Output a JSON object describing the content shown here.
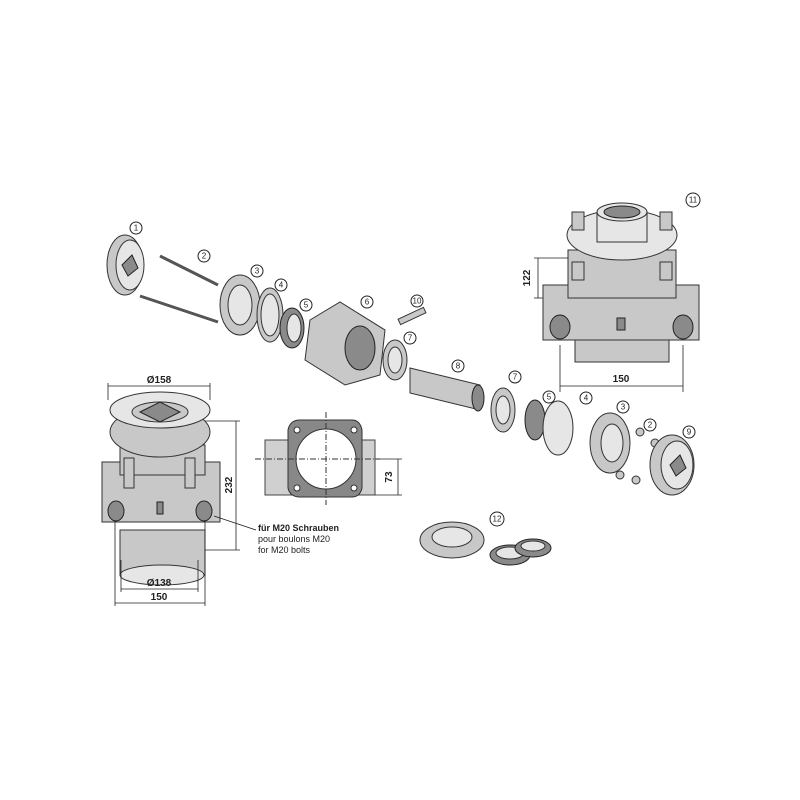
{
  "callouts": [
    "1",
    "2",
    "3",
    "4",
    "5",
    "6",
    "10",
    "7",
    "8",
    "7",
    "5",
    "4",
    "3",
    "2",
    "9",
    "11",
    "12"
  ],
  "dimensions": {
    "top_right_height": "122",
    "top_right_width": "150",
    "left_diameter_top": "Ø158",
    "left_height": "232",
    "left_diameter_bottom": "Ø138",
    "left_width": "150",
    "flange_height": "73"
  },
  "note": {
    "de": "für M20 Schrauben",
    "fr": "pour boulons M20",
    "en": "for M20 bolts"
  },
  "colors": {
    "part": "#c8c8c8",
    "shadow": "#8a8a8a",
    "line": "#222222"
  }
}
